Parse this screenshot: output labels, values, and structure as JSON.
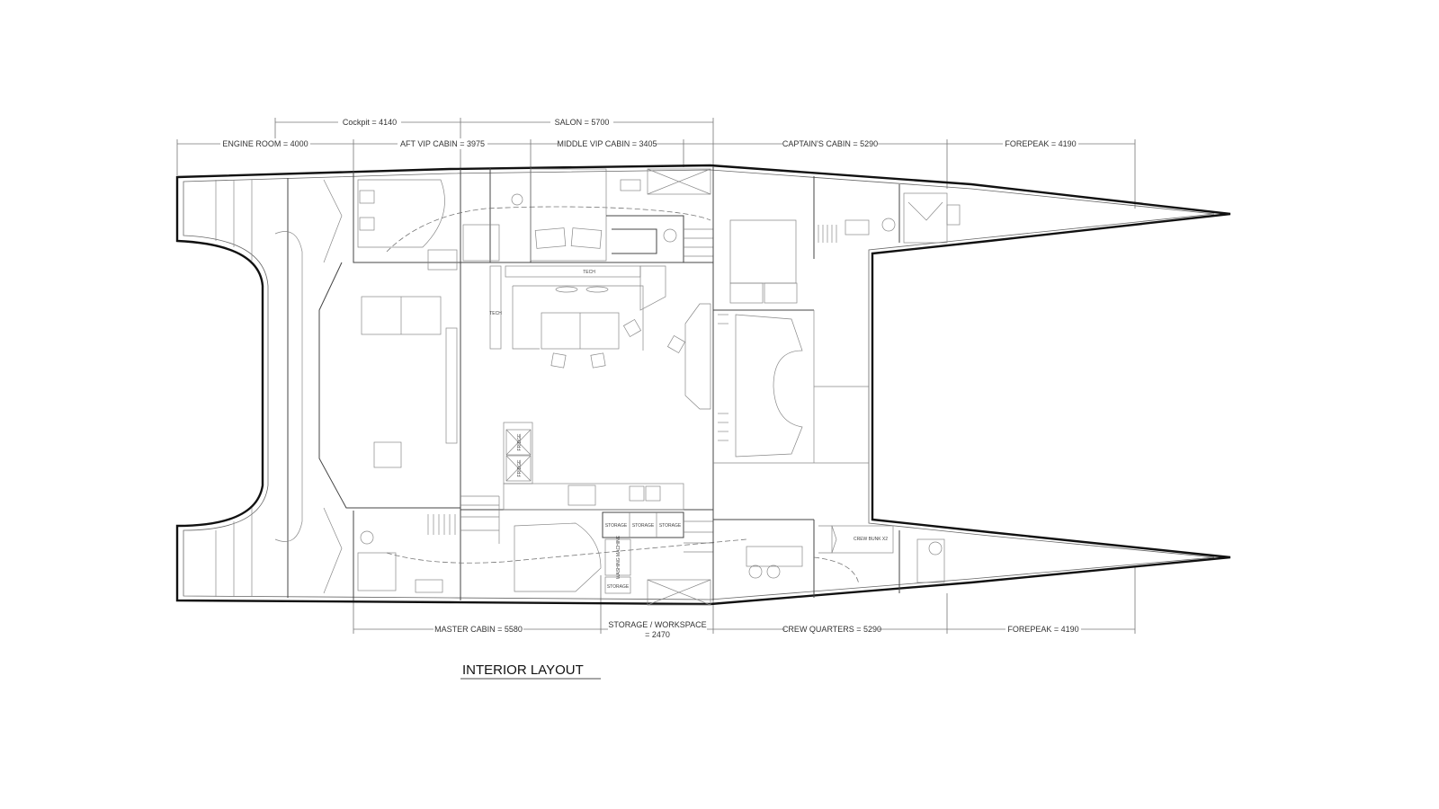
{
  "title": "INTERIOR LAYOUT",
  "dimensions_top_upper": [
    {
      "label": "Cockpit = 4140"
    },
    {
      "label": "SALON = 5700"
    }
  ],
  "dimensions_top": [
    {
      "label": "ENGINE ROOM = 4000"
    },
    {
      "label": "AFT VIP CABIN = 3975"
    },
    {
      "label": "MIDDLE VIP CABIN = 3405"
    },
    {
      "label": "CAPTAIN'S CABIN = 5290"
    },
    {
      "label": "FOREPEAK = 4190"
    }
  ],
  "dimensions_bottom": [
    {
      "label": "MASTER CABIN = 5580"
    },
    {
      "label": "STORAGE / WORKSPACE",
      "label2": "= 2470"
    },
    {
      "label": "CREW QUARTERS = 5290"
    },
    {
      "label": "FOREPEAK = 4190"
    }
  ],
  "room_labels": {
    "tech_1": "TECH",
    "tech_2": "TECH",
    "fridge_1": "FRIDGE",
    "fridge_2": "FRIDGE",
    "storage_1": "STORAGE",
    "storage_2": "STORAGE",
    "storage_3": "STORAGE",
    "storage_4": "STORAGE",
    "washing_machine": "WASHING MACHINE",
    "crew_bunk": "CREW BUNK X2"
  }
}
